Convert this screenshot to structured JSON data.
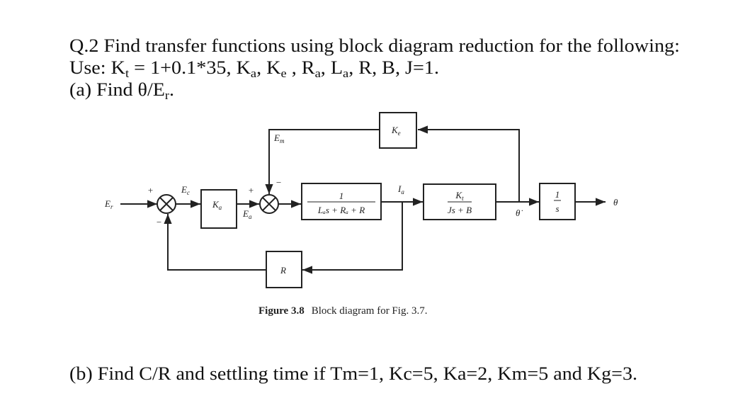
{
  "question": {
    "line1": "Q.2 Find transfer functions using block diagram reduction for the following:",
    "line2": {
      "prefix": "Use: K",
      "kt_sub": "t",
      "mid1": " = 1+0.1*35, K",
      "ka_sub": "a",
      "mid2": ", K",
      "ke_sub": "e",
      "mid3": " , R",
      "ra_sub": "a",
      "mid4": ", L",
      "la_sub": "a",
      "rest": ", R, B, J=1."
    },
    "part_a": {
      "text": "(a) Find θ/E",
      "sub": "r",
      "end": "."
    },
    "part_b": "(b) Find C/R and settling time if Tm=1, Kc=5, Ka=2, Km=5 and Kg=3."
  },
  "diagram": {
    "input": "E",
    "input_sub": "r",
    "plus1": "+",
    "minus1": "−",
    "ec": "E",
    "ec_sub": "c",
    "ka_block": "K",
    "ka_sub": "a",
    "plus2": "+",
    "minus2": "−",
    "ea": "E",
    "ea_sub": "a",
    "em": "E",
    "em_sub": "m",
    "armature_num": "1",
    "armature_den": "Lₐs + Rₐ + R",
    "ia": "I",
    "ia_sub": "a",
    "motor_num": "K",
    "motor_num_sub": "t",
    "motor_den": "Js + B",
    "theta_dot": "θ̇",
    "integrator_num": "1",
    "integrator_den": "s",
    "output": "θ",
    "ke_block": "K",
    "ke_sub": "e",
    "r_block": "R"
  },
  "caption": {
    "figure": "Figure 3.8",
    "text": "Block diagram for Fig. 3.7."
  }
}
